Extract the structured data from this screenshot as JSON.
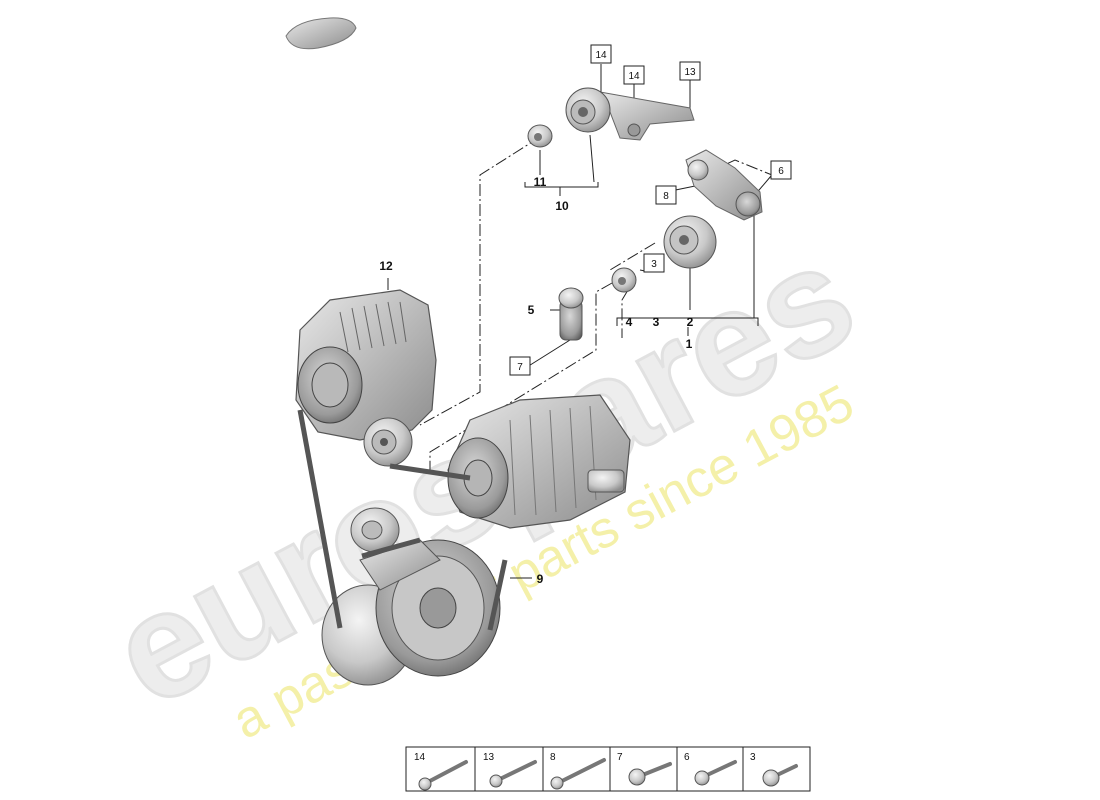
{
  "watermark": {
    "brand": "eurospares",
    "tagline": "a passion for parts since 1985",
    "colors": {
      "brand": "#e6e6e6",
      "tagline": "#f2ee9a"
    }
  },
  "callouts": {
    "c14a": "14",
    "c14b": "14",
    "c13": "13",
    "c8": "8",
    "c6": "6",
    "c3": "3",
    "c7": "7",
    "n11": "11",
    "n10": "10",
    "n12": "12",
    "n5": "5",
    "n4": "4",
    "n3": "3",
    "n2": "2",
    "n1": "1",
    "n9": "9"
  },
  "bolt_table": {
    "items": [
      {
        "label": "14"
      },
      {
        "label": "13"
      },
      {
        "label": "8"
      },
      {
        "label": "7"
      },
      {
        "label": "6"
      },
      {
        "label": "3"
      }
    ]
  }
}
